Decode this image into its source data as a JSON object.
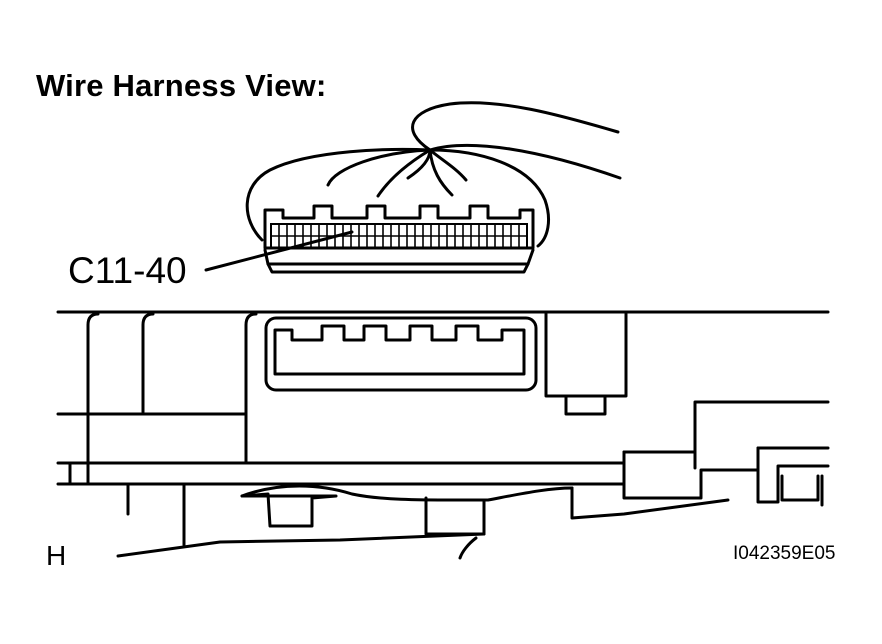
{
  "diagram": {
    "title": "Wire Harness View:",
    "connector_label": "C11-40",
    "side_label": "H",
    "figure_id": "I042359E05"
  },
  "colors": {
    "ink": "#000000",
    "background": "#ffffff"
  }
}
